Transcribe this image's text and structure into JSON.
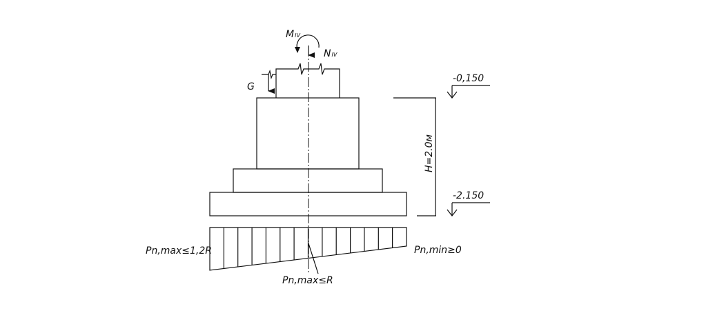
{
  "labels": {
    "moment": "M",
    "moment_sub": "IV",
    "normal": "N",
    "normal_sub": "IV",
    "weight": "G",
    "top_level": "-0,150",
    "bottom_level": "-2.150",
    "height": "H=2.0м",
    "p_max_edge": "Pn,max≤1,2R",
    "p_min": "Pn,min≥0",
    "p_max_mid": "Pn,max≤R"
  },
  "colors": {
    "line": "#111111",
    "background": "#ffffff"
  }
}
